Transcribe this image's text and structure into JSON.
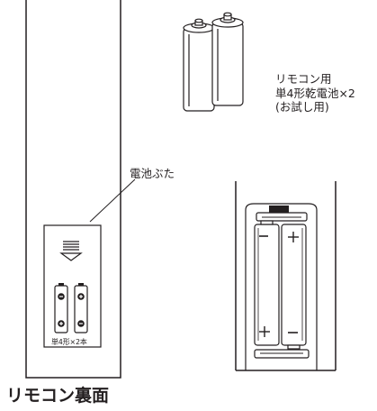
{
  "battery_caption": {
    "line1": "リモコン用",
    "line2": "単4形乾電池×2",
    "line3": "(お試し用)"
  },
  "cover_label": "電池ぶた",
  "slot_label": "単4形×2本",
  "title": "リモコン裏面",
  "polarity": {
    "plus": "+",
    "minus": "−"
  },
  "colors": {
    "line": "#231f20",
    "fill": "#ffffff"
  }
}
